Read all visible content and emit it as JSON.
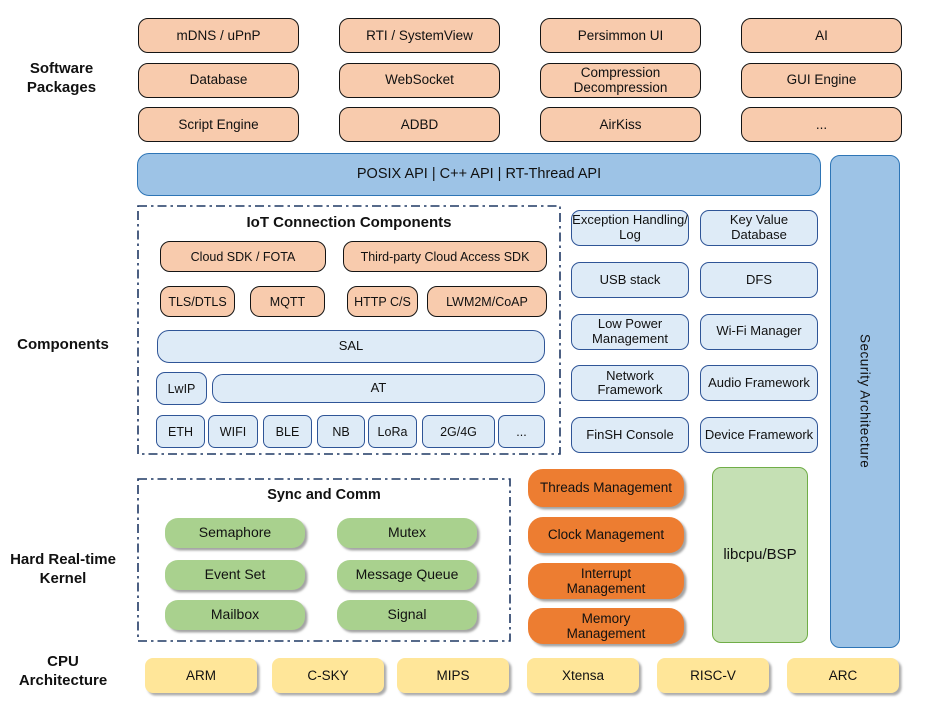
{
  "side_labels": {
    "software_packages": "Software Packages",
    "components": "Components",
    "kernel": "Hard Real-time Kernel",
    "cpu_architecture": "CPU Architecture"
  },
  "software_packages": {
    "items": [
      "mDNS / uPnP",
      "RTI / SystemView",
      "Persimmon UI",
      "AI",
      "Database",
      "WebSocket",
      "Compression Decompression",
      "GUI Engine",
      "Script Engine",
      "ADBD",
      "AirKiss",
      "..."
    ]
  },
  "api_bar": {
    "label": "POSIX API  |  C++ API  |  RT-Thread API"
  },
  "security_bar": {
    "label": "Security Architecture"
  },
  "iot": {
    "title": "IoT Connection Components",
    "cloud_sdk": "Cloud SDK / FOTA",
    "third_party": "Third-party Cloud Access SDK",
    "protocols": [
      "TLS/DTLS",
      "MQTT",
      "HTTP C/S",
      "LWM2M/CoAP"
    ],
    "sal": "SAL",
    "lwip": "LwIP",
    "at": "AT",
    "links": [
      "ETH",
      "WIFI",
      "BLE",
      "NB",
      "LoRa",
      "2G/4G",
      "..."
    ]
  },
  "component_boxes": [
    "Exception Handling/ Log",
    "Key Value Database",
    "USB stack",
    "DFS",
    "Low Power Management",
    "Wi-Fi Manager",
    "Network Framework",
    "Audio Framework",
    "FinSH Console",
    "Device Framework"
  ],
  "kernel": {
    "sync_title": "Sync and Comm",
    "sync_items": [
      "Semaphore",
      "Mutex",
      "Event Set",
      "Message Queue",
      "Mailbox",
      "Signal"
    ],
    "management": [
      "Threads Management",
      "Clock Management",
      "Interrupt Management",
      "Memory Management"
    ],
    "libcpu": "libcpu/BSP"
  },
  "cpu": {
    "items": [
      "ARM",
      "C-SKY",
      "MIPS",
      "Xtensa",
      "RISC-V",
      "ARC"
    ]
  },
  "colors": {
    "package_fill": "#F8CBAD",
    "api_bar_fill": "#9DC3E6",
    "api_bar_border": "#2E75B6",
    "component_fill": "#DEEBF7",
    "component_border": "#2F5597",
    "sync_fill": "#A9D18E",
    "management_fill": "#ED7D31",
    "libcpu_fill": "#C5E0B4",
    "libcpu_border": "#70AD47",
    "cpu_fill": "#FFE699",
    "dashed_border": "#1F3864"
  }
}
